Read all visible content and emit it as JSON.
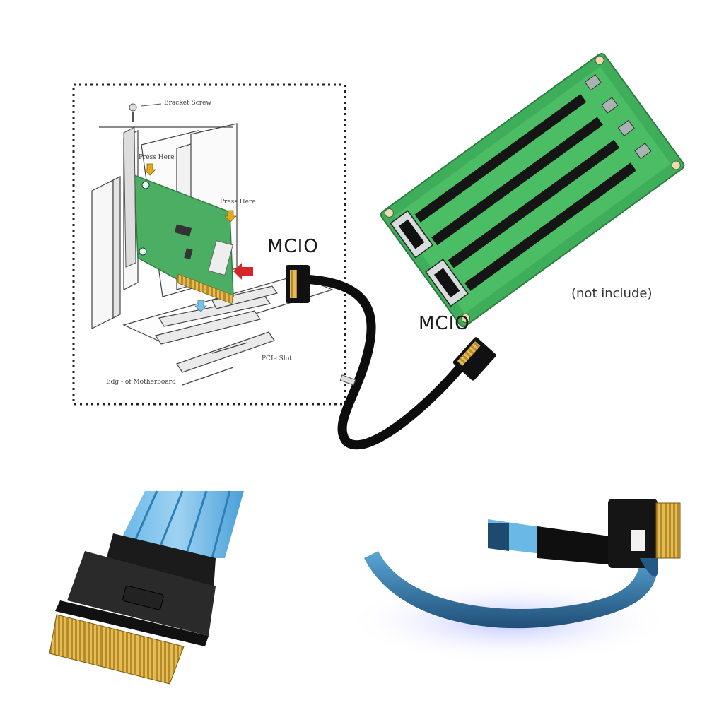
{
  "labels": {
    "mcio_top": "MCIO",
    "mcio_right": "MCIO",
    "not_included": "(not include)"
  },
  "diagram_labels": {
    "bracket_screw": "Bracket Screw",
    "press_here_1": "Press Here",
    "press_here_2": "Press Here",
    "pcie_slot": "PCIe Slot",
    "edge_of_motherboard": "Edg - of Motherboard"
  },
  "colors": {
    "pcb_green": "#3fae5a",
    "cable_black": "#111111",
    "sleeve_blue": "#3f8fc8",
    "gold_fingers": "#c9a23a",
    "arrow_red": "#d8252a"
  }
}
